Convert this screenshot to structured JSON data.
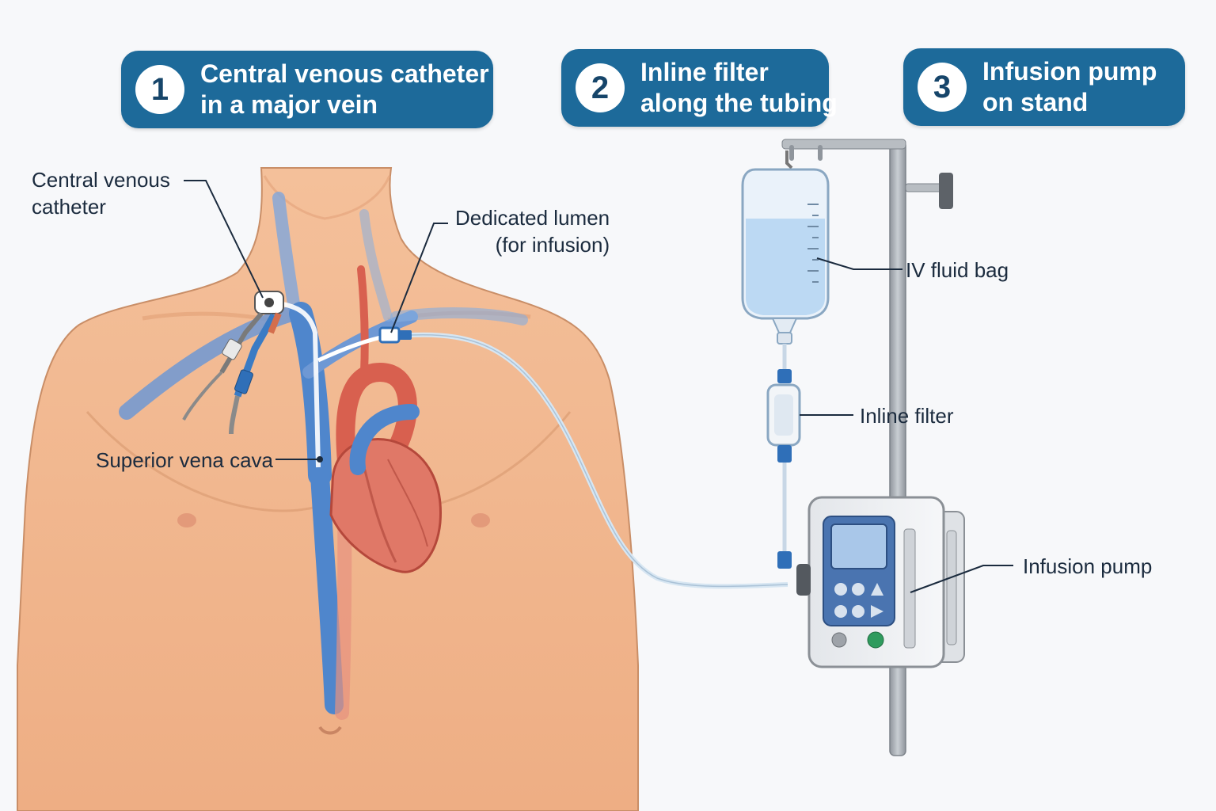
{
  "steps": [
    {
      "number": "1",
      "line1": "Central venous catheter",
      "line2": "in a major vein"
    },
    {
      "number": "2",
      "line1": "Inline filter",
      "line2": "along the tubing"
    },
    {
      "number": "3",
      "line1": "Infusion pump",
      "line2": "on stand"
    }
  ],
  "labels": {
    "cvc_line1": "Central venous",
    "cvc_line2": "catheter",
    "lumen_line1": "Dedicated lumen",
    "lumen_line2": "(for infusion)",
    "svc": "Superior vena cava",
    "iv_bag": "IV fluid bag",
    "inline_filter": "Inline filter",
    "infusion_pump": "Infusion pump"
  },
  "colors": {
    "banner": "#1d6a9a",
    "skin": "#f2b68c",
    "vein": "#4f86cc",
    "artery": "#d8604f",
    "heart": "#e07867",
    "fluid": "#bcd9f3",
    "pump_screen": "#3d6aa8",
    "power_button": "#2f9b5e",
    "pole": "#a8adb3"
  },
  "icons": [
    "iv-pole-icon",
    "iv-bag-icon",
    "filter-icon",
    "pump-icon",
    "heart-icon",
    "catheter-icon"
  ]
}
